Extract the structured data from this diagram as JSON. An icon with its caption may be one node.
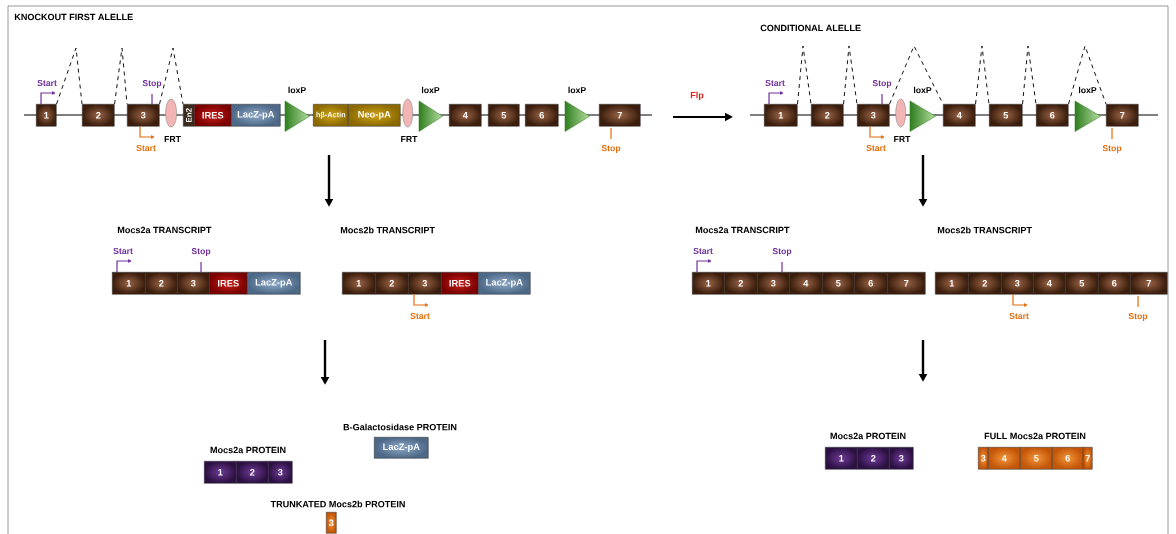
{
  "diagram": {
    "nodes": [
      {
        "text": [
          "1"
        ],
        "beside": [
          "Start"
        ]
      },
      {
        "text": [
          "2"
        ]
      },
      {
        "text": [
          "3"
        ],
        "beside": [
          "Stop",
          "Start"
        ]
      },
      {
        "text": [],
        "shape": "ellipse",
        "beside": [
          "FRT"
        ]
      },
      {
        "text": [
          "En2"
        ]
      },
      {
        "text": [
          "IRES"
        ]
      },
      {
        "text": [
          "LacZ-pA"
        ]
      },
      {
        "text": [],
        "shape": "triangle",
        "beside": [
          "loxP"
        ]
      },
      {
        "text": [
          "hβ-Actin"
        ]
      },
      {
        "text": [
          "Neo-pA"
        ]
      },
      {
        "text": [],
        "shape": "ellipse",
        "beside": [
          "FRT"
        ]
      },
      {
        "text": [],
        "shape": "triangle",
        "beside": [
          "loxP"
        ]
      },
      {
        "text": [
          "4"
        ]
      },
      {
        "text": [
          "5"
        ]
      },
      {
        "text": [
          "6"
        ]
      },
      {
        "text": [],
        "shape": "triangle",
        "beside": [
          "loxP"
        ]
      },
      {
        "text": [
          "7"
        ],
        "beside": [
          "Stop"
        ]
      },
      {
        "text": [
          "1"
        ],
        "beside": [
          "Start"
        ]
      },
      {
        "text": [
          "2"
        ]
      },
      {
        "text": [
          "3"
        ],
        "beside": [
          "Stop",
          "Start"
        ]
      },
      {
        "text": [],
        "shape": "ellipse",
        "beside": [
          "FRT"
        ]
      },
      {
        "text": [],
        "shape": "triangle",
        "beside": [
          "loxP"
        ]
      },
      {
        "text": [
          "4"
        ]
      },
      {
        "text": [
          "5"
        ]
      },
      {
        "text": [
          "6"
        ]
      },
      {
        "text": [],
        "shape": "triangle",
        "beside": [
          "loxP"
        ]
      },
      {
        "text": [
          "7"
        ],
        "beside": [
          "Stop"
        ]
      },
      {
        "text": [
          "1"
        ],
        "beside": [
          "Start"
        ]
      },
      {
        "text": [
          "2"
        ]
      },
      {
        "text": [
          "3"
        ],
        "beside": [
          "Stop"
        ]
      },
      {
        "text": [
          "IRES"
        ]
      },
      {
        "text": [
          "LacZ-pA"
        ]
      },
      {
        "text": [
          "1"
        ]
      },
      {
        "text": [
          "2"
        ]
      },
      {
        "text": [
          "3"
        ],
        "beside": [
          "Start"
        ]
      },
      {
        "text": [
          "IRES"
        ]
      },
      {
        "text": [
          "LacZ-pA"
        ]
      },
      {
        "text": [
          "1"
        ],
        "beside": [
          "Start"
        ]
      },
      {
        "text": [
          "2"
        ]
      },
      {
        "text": [
          "3"
        ],
        "beside": [
          "Stop"
        ]
      },
      {
        "text": [
          "4"
        ]
      },
      {
        "text": [
          "5"
        ]
      },
      {
        "text": [
          "6"
        ]
      },
      {
        "text": [
          "7"
        ]
      },
      {
        "text": [
          "1"
        ]
      },
      {
        "text": [
          "2"
        ]
      },
      {
        "text": [
          "3"
        ],
        "beside": [
          "Start"
        ]
      },
      {
        "text": [
          "4"
        ]
      },
      {
        "text": [
          "5"
        ]
      },
      {
        "text": [
          "6"
        ]
      },
      {
        "text": [
          "7"
        ],
        "beside": [
          "Stop"
        ]
      },
      {
        "text": [
          "1"
        ]
      },
      {
        "text": [
          "2"
        ]
      },
      {
        "text": [
          "3"
        ]
      },
      {
        "text": [
          "LacZ-pA"
        ],
        "beside": [
          "B-Galactosidase PROTEIN"
        ]
      },
      {
        "text": [
          "3"
        ],
        "beside": [
          "TRUNKATED Mocs2b PROTEIN"
        ]
      },
      {
        "text": [
          "1"
        ]
      },
      {
        "text": [
          "2"
        ]
      },
      {
        "text": [
          "3"
        ]
      },
      {
        "text": [
          "3"
        ]
      },
      {
        "text": [
          "4"
        ]
      },
      {
        "text": [
          "5"
        ]
      },
      {
        "text": [
          "6"
        ]
      },
      {
        "text": [
          "7"
        ]
      }
    ],
    "edges": [
      {
        "from": 0,
        "to": 1,
        "arrow": "none",
        "style": "dashed"
      },
      {
        "from": 1,
        "to": 2,
        "arrow": "none",
        "style": "dashed"
      },
      {
        "from": 2,
        "to": 4,
        "arrow": "none",
        "style": "dashed"
      },
      {
        "from": 17,
        "to": 18,
        "arrow": "none",
        "style": "dashed"
      },
      {
        "from": 18,
        "to": 19,
        "arrow": "none",
        "style": "dashed"
      },
      {
        "from": 19,
        "to": 22,
        "arrow": "none",
        "style": "dashed"
      },
      {
        "from": 22,
        "to": 23,
        "arrow": "none",
        "style": "dashed"
      },
      {
        "from": 23,
        "to": 24,
        "arrow": "none",
        "style": "dashed"
      },
      {
        "from": 24,
        "to": 26,
        "arrow": "none",
        "style": "dashed"
      }
    ],
    "labels": [
      "KNOCKOUT FIRST ALELLE",
      "CONDITIONAL ALELLE",
      "Flp",
      "Mocs2a TRANSCRIPT",
      "Mocs2b TRANSCRIPT",
      "Mocs2a TRANSCRIPT",
      "Mocs2b TRANSCRIPT",
      "Mocs2a PROTEIN",
      "FULL Mocs2a PROTEIN",
      "Mocs2a PROTEIN"
    ]
  }
}
